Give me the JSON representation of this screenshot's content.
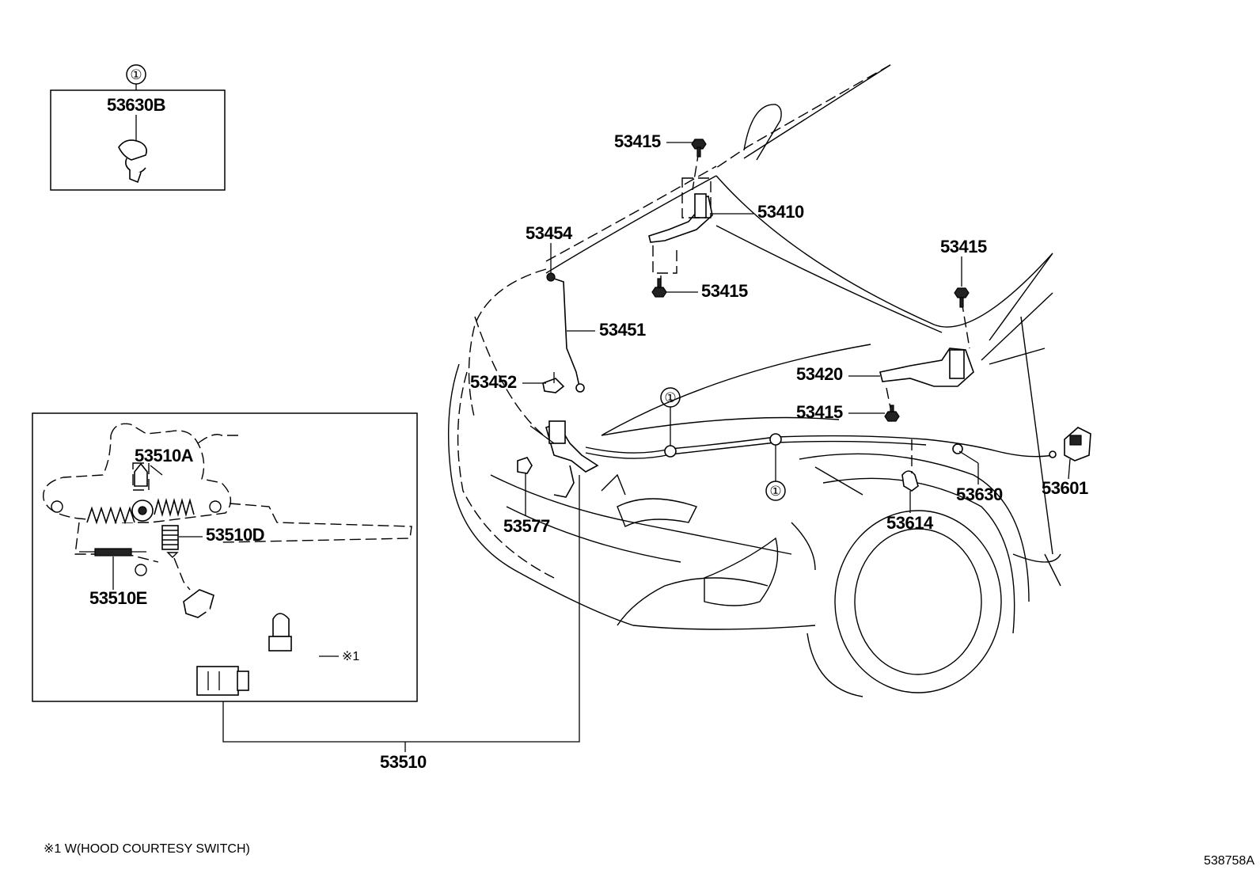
{
  "callout": "①",
  "parts": {
    "p53630B": "53630B",
    "p53415a": "53415",
    "p53410": "53410",
    "p53454": "53454",
    "p53415b": "53415",
    "p53415c": "53415",
    "p53451": "53451",
    "p53452": "53452",
    "p53420": "53420",
    "p53415d": "53415",
    "p53510A": "53510A",
    "p53510D": "53510D",
    "p53510E": "53510E",
    "p53577": "53577",
    "p53614": "53614",
    "p53630": "53630",
    "p53601": "53601",
    "p53510": "53510",
    "note1_marker": "※1"
  },
  "footnote": "※1 W(HOOD COURTESY SWITCH)",
  "diagram_id": "538758A"
}
